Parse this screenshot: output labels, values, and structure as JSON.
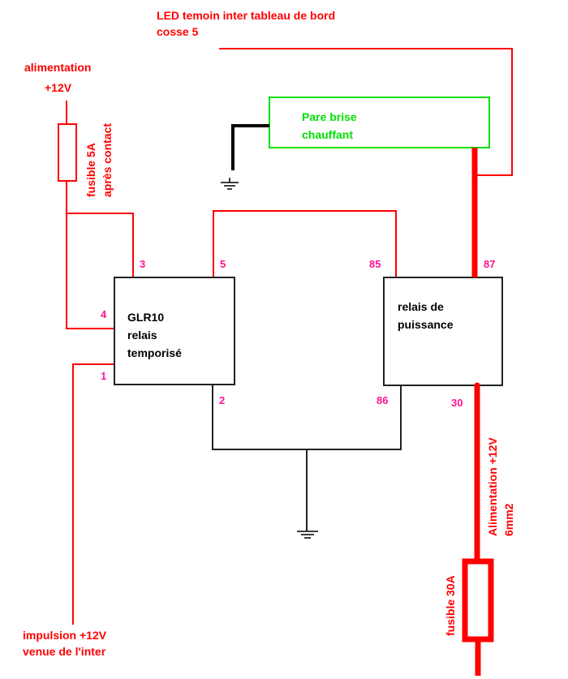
{
  "colors": {
    "wire_signal": "#ff0000",
    "wire_ground": "#000000",
    "pin_label": "#ff1493",
    "load_box": "#00e000",
    "box_outline": "#000000"
  },
  "labels": {
    "led_line1": "LED temoin inter tableau de bord",
    "led_line2": "cosse 5",
    "alim_line1": "alimentation",
    "alim_line2": "+12V",
    "fuse5_line1": "fusible 5A",
    "fuse5_line2": "après contact",
    "impulse_line1": "impulsion +12V",
    "impulse_line2": "venue de l'inter",
    "power_line1": "Alimentation +12V",
    "power_line2": "6mm2",
    "fuse30": "fusible 30A"
  },
  "components": {
    "glr10": {
      "line1": "GLR10",
      "line2": "relais",
      "line3": "temporisé"
    },
    "power_relay": {
      "line1": "relais de",
      "line2": "puissance"
    },
    "windshield": {
      "line1": "Pare brise",
      "line2": "chauffant"
    }
  },
  "pins": {
    "glr_3": "3",
    "glr_5": "5",
    "glr_4": "4",
    "glr_1": "1",
    "glr_2": "2",
    "relay_85": "85",
    "relay_87": "87",
    "relay_86": "86",
    "relay_30": "30"
  }
}
